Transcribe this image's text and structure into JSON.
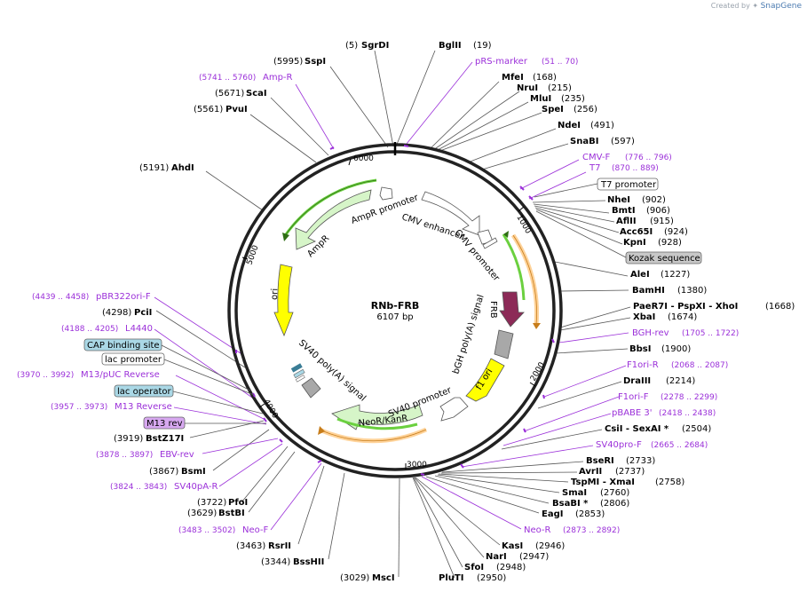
{
  "credit": {
    "prefix": "Created by",
    "brand": "SnapGene"
  },
  "plasmid": {
    "name": "RNb-FRB",
    "length_label": "6107 bp",
    "length": 6107
  },
  "ticks": [
    "1000",
    "2000",
    "3000",
    "4000",
    "5000",
    "6000"
  ],
  "colors": {
    "site_line": "#555555",
    "primer": "#9b30d9",
    "ampR": "#d6f5c8",
    "ori": "#ffff00",
    "frb": "#8c2a57",
    "bgh": "#a8a8a8",
    "f1ori": "#ffff00",
    "neo": "#d6f5c8",
    "promoter": "#ffffff",
    "orange_track": "#ffd39a",
    "green_track": "#6bd03f",
    "lac_operator_box": "#aad8e6",
    "cap_box": "#aad8e6",
    "kozak_box": "#c8c8c8",
    "m13_box": "#d7a8f0"
  },
  "sites": [
    {
      "name": "SgrDI",
      "pos": "(5)"
    },
    {
      "name": "BglII",
      "pos": "(19)"
    },
    {
      "name": "SspI",
      "pos": "(5995)"
    },
    {
      "name": "ScaI",
      "pos": "(5671)"
    },
    {
      "name": "PvuI",
      "pos": "(5561)"
    },
    {
      "name": "AhdI",
      "pos": "(5191)"
    },
    {
      "name": "MfeI",
      "pos": "(168)"
    },
    {
      "name": "NruI",
      "pos": "(215)"
    },
    {
      "name": "MluI",
      "pos": "(235)"
    },
    {
      "name": "SpeI",
      "pos": "(256)"
    },
    {
      "name": "NdeI",
      "pos": "(491)"
    },
    {
      "name": "SnaBI",
      "pos": "(597)"
    },
    {
      "name": "NheI",
      "pos": "(902)"
    },
    {
      "name": "BmtI",
      "pos": "(906)"
    },
    {
      "name": "AflII",
      "pos": "(915)"
    },
    {
      "name": "Acc65I",
      "pos": "(924)"
    },
    {
      "name": "KpnI",
      "pos": "(928)"
    },
    {
      "name": "AleI",
      "pos": "(1227)"
    },
    {
      "name": "BamHI",
      "pos": "(1380)"
    },
    {
      "name": "PaeR7I - PspXI - XhoI",
      "pos": "(1668)"
    },
    {
      "name": "XbaI",
      "pos": "(1674)"
    },
    {
      "name": "BbsI",
      "pos": "(1900)"
    },
    {
      "name": "DraIII",
      "pos": "(2214)"
    },
    {
      "name": "CsiI - SexAI *",
      "pos": "(2504)"
    },
    {
      "name": "BseRI",
      "pos": "(2733)"
    },
    {
      "name": "AvrII",
      "pos": "(2737)"
    },
    {
      "name": "TspMI - XmaI",
      "pos": "(2758)"
    },
    {
      "name": "SmaI",
      "pos": "(2760)"
    },
    {
      "name": "BsaBI *",
      "pos": "(2806)"
    },
    {
      "name": "EagI",
      "pos": "(2853)"
    },
    {
      "name": "KasI",
      "pos": "(2946)"
    },
    {
      "name": "NarI",
      "pos": "(2947)"
    },
    {
      "name": "SfoI",
      "pos": "(2948)"
    },
    {
      "name": "PluTI",
      "pos": "(2950)"
    },
    {
      "name": "MscI",
      "pos": "(3029)"
    },
    {
      "name": "BssHII",
      "pos": "(3344)"
    },
    {
      "name": "RsrII",
      "pos": "(3463)"
    },
    {
      "name": "BstBI",
      "pos": "(3629)"
    },
    {
      "name": "PfoI",
      "pos": "(3722)"
    },
    {
      "name": "BsmI",
      "pos": "(3867)"
    },
    {
      "name": "BstZ17I",
      "pos": "(3919)"
    },
    {
      "name": "PciI",
      "pos": "(4298)"
    }
  ],
  "primers": [
    {
      "name": "pRS-marker",
      "range": "(51 .. 70)"
    },
    {
      "name": "Amp-R",
      "range": "(5741 .. 5760)"
    },
    {
      "name": "CMV-F",
      "range": "(776 .. 796)"
    },
    {
      "name": "T7",
      "range": "(870 .. 889)"
    },
    {
      "name": "BGH-rev",
      "range": "(1705 .. 1722)"
    },
    {
      "name": "F1ori-R",
      "range": "(2068 .. 2087)"
    },
    {
      "name": "F1ori-F",
      "range": "(2278 .. 2299)"
    },
    {
      "name": "pBABE 3'",
      "range": "(2418 .. 2438)"
    },
    {
      "name": "SV40pro-F",
      "range": "(2665 .. 2684)"
    },
    {
      "name": "Neo-R",
      "range": "(2873 .. 2892)"
    },
    {
      "name": "Neo-F",
      "range": "(3483 .. 3502)"
    },
    {
      "name": "SV40pA-R",
      "range": "(3824 .. 3843)"
    },
    {
      "name": "EBV-rev",
      "range": "(3878 .. 3897)"
    },
    {
      "name": "M13 Reverse",
      "range": "(3957 .. 3973)"
    },
    {
      "name": "M13/pUC Reverse",
      "range": "(3970 .. 3992)"
    },
    {
      "name": "L4440",
      "range": "(4188 .. 4205)"
    },
    {
      "name": "pBR322ori-F",
      "range": "(4439 .. 4458)"
    }
  ],
  "boxed_labels": {
    "t7_promoter": "T7 promoter",
    "kozak": "Kozak sequence",
    "cap": "CAP binding site",
    "lac_promoter": "lac promoter",
    "lac_operator": "lac operator",
    "m13_rev": "M13 rev"
  },
  "features": {
    "ampr_promoter": "AmpR promoter",
    "ampr": "AmpR",
    "cmv_enhancer": "CMV enhancer",
    "cmv_promoter": "CMV promoter",
    "ori": "ori",
    "frb": "FRB",
    "bgh": "bGH poly(A) signal",
    "f1ori": "f1 ori",
    "sv40_promoter": "SV40 promoter",
    "neo": "NeoR/KanR",
    "sv40_polya": "SV40 poly(A) signal"
  }
}
